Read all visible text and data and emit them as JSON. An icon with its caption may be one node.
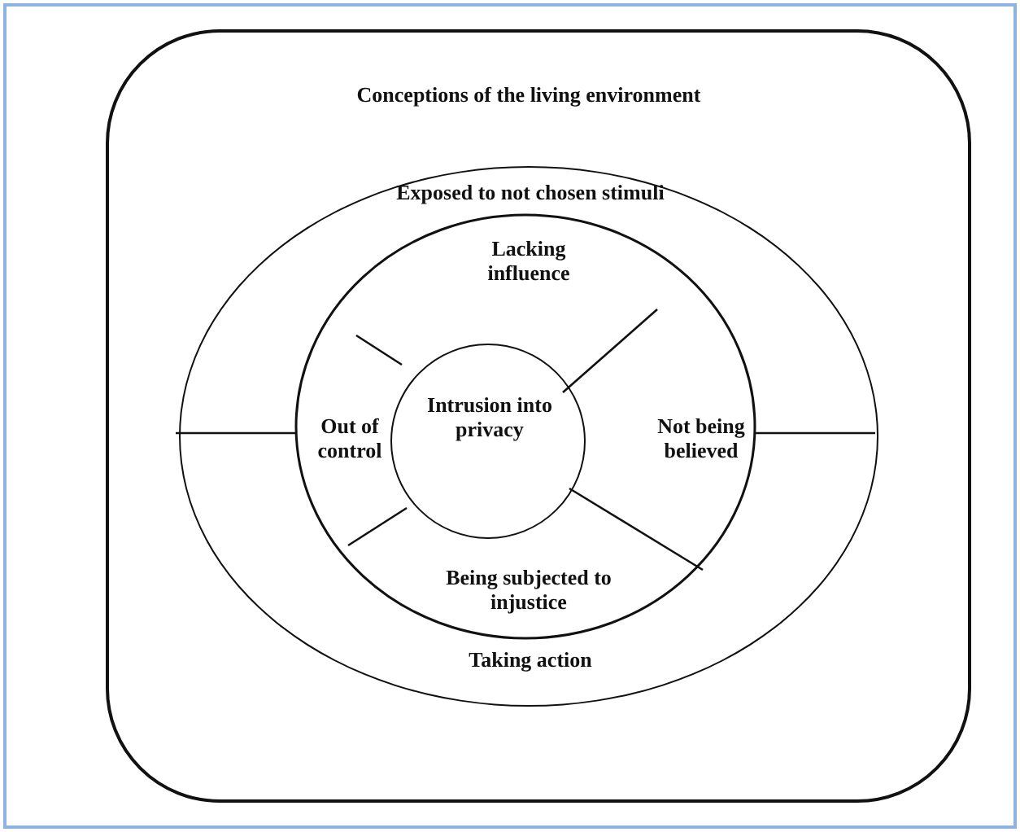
{
  "diagram": {
    "nodes": [
      {
        "text": [
          "Conceptions of the living environment"
        ]
      },
      {
        "text": [
          "Exposed to not chosen stimuli",
          "Taking action"
        ],
        "in": 0
      },
      {
        "text": [
          "Lacking influence"
        ],
        "in": 1
      },
      {
        "text": [
          "Out of control"
        ],
        "in": 1
      },
      {
        "text": [
          "Intrusion into privacy"
        ],
        "in": 1
      },
      {
        "text": [
          "Not being believed"
        ],
        "in": 1
      },
      {
        "text": [
          "Being subjected to injustice"
        ],
        "in": 1
      }
    ]
  }
}
